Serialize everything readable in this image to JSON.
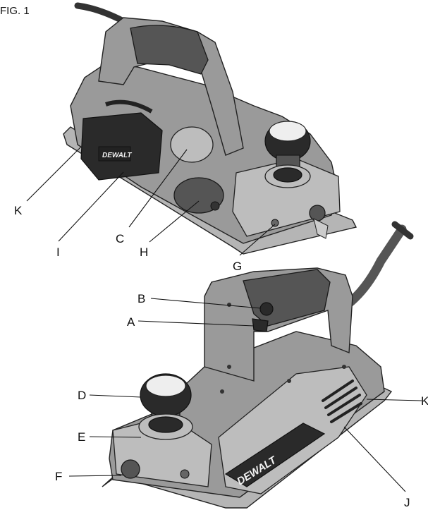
{
  "figure": {
    "title": "FIG. 1",
    "brand": "DEWALT"
  },
  "callouts": [
    {
      "letter": "K"
    },
    {
      "letter": "I"
    },
    {
      "letter": "C"
    },
    {
      "letter": "H"
    },
    {
      "letter": "G"
    },
    {
      "letter": "B"
    },
    {
      "letter": "A"
    },
    {
      "letter": "D"
    },
    {
      "letter": "E"
    },
    {
      "letter": "F"
    },
    {
      "letter": "K"
    },
    {
      "letter": "J"
    }
  ]
}
